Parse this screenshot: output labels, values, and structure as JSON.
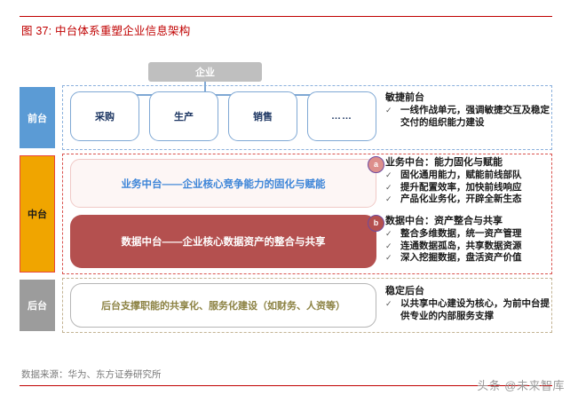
{
  "figure": {
    "title": "图 37: 中台体系重塑企业信息架构",
    "source": "数据来源：华为、东方证券研究所",
    "title_color": "#c00000",
    "rule_color": "#c00000"
  },
  "watermark": "头条 @未来智库",
  "diagram": {
    "root_node": {
      "label": "企业",
      "color": "#bfbfbf"
    },
    "tiers": [
      {
        "key": "front",
        "label": "前台",
        "color": "#5b9bd5",
        "text_color": "#ffffff"
      },
      {
        "key": "middle",
        "label": "中台",
        "color": "#f0a500",
        "text_color": "#1a1a1a",
        "border_color": "#e8453c"
      },
      {
        "key": "back",
        "label": "后台",
        "color": "#9c9c9c",
        "text_color": "#ffffff"
      }
    ],
    "front_boxes": [
      {
        "label": "采购"
      },
      {
        "label": "生产"
      },
      {
        "label": "销售"
      },
      {
        "label": "……"
      }
    ],
    "middle_boxes": [
      {
        "label": "业务中台——企业核心竞争能力的固化与赋能",
        "fill": "#fdf6f5",
        "text_color": "#3d85d8"
      },
      {
        "label": "数据中台——企业核心数据资产的整合与共享",
        "fill": "#b4504f",
        "text_color": "#ffffff"
      }
    ],
    "back_box": {
      "label": "后台支撑职能的共享化、服务化建设（如财务、人资等）",
      "text_color": "#8c8243"
    },
    "badges": [
      {
        "label": "a",
        "fill": "#dd8f8c",
        "border": "#6e4b9e"
      },
      {
        "label": "b",
        "fill": "#b4504f",
        "border": "#6e4b9e"
      }
    ]
  },
  "notes": {
    "front": {
      "title": "敏捷前台",
      "items": [
        "一线作战单元，强调敏捷交互及稳定交付的组织能力建设"
      ]
    },
    "biz_mid": {
      "title": "业务中台：能力固化与赋能",
      "items": [
        "固化通用能力，赋能前线部队",
        "提升配置效率，加快前线响应",
        "产品化业务化，开辟全新生态"
      ]
    },
    "data_mid": {
      "title": "数据中台：资产整合与共享",
      "items": [
        "整合多维数据，统一资产管理",
        "连通数据孤岛，共享数据资源",
        "深入挖掘数据，盘活资产价值"
      ]
    },
    "back": {
      "title": "稳定后台",
      "items": [
        "以共享中心建设为核心，为前中台提供专业的内部服务支撑"
      ]
    },
    "check_glyph": "✓"
  }
}
